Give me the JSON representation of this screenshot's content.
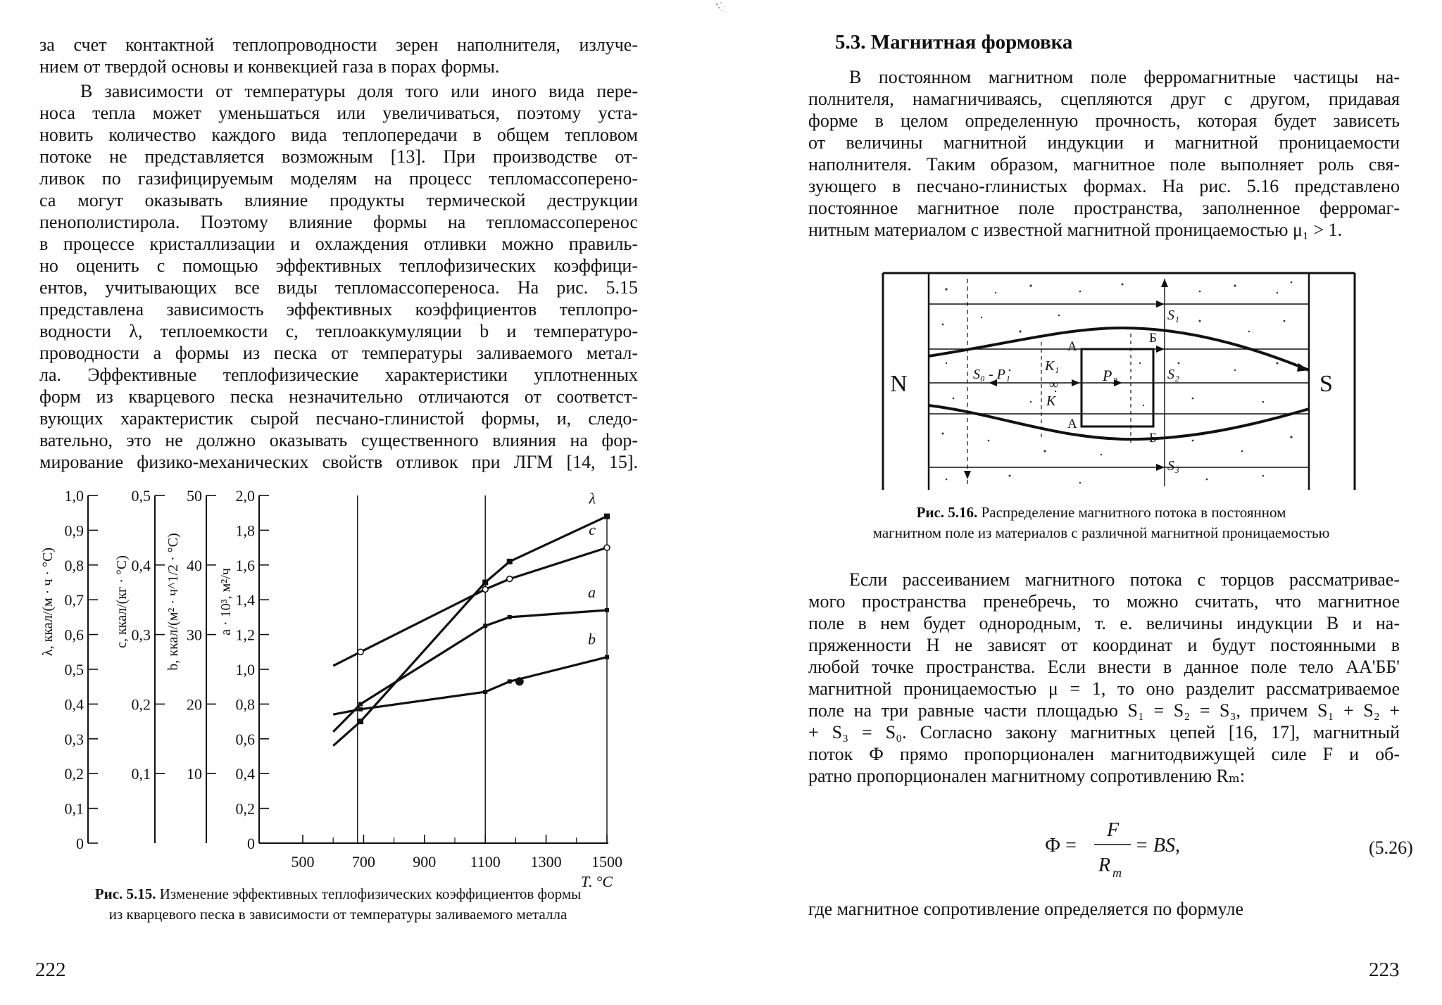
{
  "left_page": {
    "page_number": "222",
    "paragraphs": [
      {
        "lines": [
          "за счет контактной теплопроводности зерен наполнителя, излуче-",
          "нием от твердой основы и конвекцией газа в порах формы."
        ]
      },
      {
        "lines": [
          "В зависимости от температуры доля того или иного вида пере-",
          "носа тепла может уменьшаться или увеличиваться, поэтому уста-",
          "новить количество каждого вида теплопередачи в общем тепловом",
          "потоке не представляется возможным [13]. При производстве от-",
          "ливок по газифицируемым моделям на процесс тепломассоперено-",
          "са могут оказывать влияние продукты термической деструкции",
          "пенополистирола. Поэтому влияние формы на тепломассоперенос",
          "в процессе кристаллизации и охлаждения отливки можно правиль-",
          "но оценить с помощью эффективных теплофизических коэффици-",
          "ентов, учитывающих все виды тепломассопереноса. На рис. 5.15",
          "представлена зависимость эффективных коэффициентов теплопро-",
          "водности λ, теплоемкости c, теплоаккумуляции b и температуро-",
          "проводности a формы из песка от температуры заливаемого метал-",
          "ла. Эффективные теплофизические характеристики уплотненных",
          "форм из кварцевого песка незначительно отличаются от соответст-",
          "вующих характеристик сырой песчано-глинистой формы, и, следо-",
          "вательно, это не должно оказывать существенного влияния на фор-",
          "мирование физико-механических свойств отливок при ЛГМ [14, 15]."
        ]
      }
    ],
    "figure_caption": {
      "label": "Рис. 5.15.",
      "line1": "Изменение эффективных теплофизических коэффициентов формы",
      "line2": "из кварцевого песка в зависимости от температуры заливаемого металла"
    }
  },
  "right_page": {
    "page_number": "223",
    "section_title": "5.3. Магнитная формовка",
    "paragraph1": [
      "В постоянном магнитном поле ферромагнитные частицы на-",
      "полнителя, намагничиваясь, сцепляются друг с другом, придавая",
      "форме в целом определенную прочность, которая будет зависеть",
      "от величины магнитной индукции и магнитной проницаемости",
      "наполнителя. Таким образом, магнитное поле выполняет роль свя-",
      "зующего в песчано-глинистых формах. На рис. 5.16 представлено",
      "постоянное магнитное поле пространства, заполненное ферромаг-",
      "нитным материалом с известной магнитной проницаемостью μ₁ > 1."
    ],
    "figure_caption": {
      "label": "Рис. 5.16.",
      "line1": "Распределение магнитного потока в постоянном",
      "line2": "магнитном поле из материалов с различной магнитной проницаемостью"
    },
    "paragraph2": [
      "Если рассеиванием магнитного потока с торцов рассматривае-",
      "мого пространства пренебречь, то можно считать, что магнитное",
      "поле в нем будет однородным, т. е. величины индукции B и на-",
      "пряженности H не зависят от координат и будут постоянными в",
      "любой точке пространства. Если внести в данное поле тело АА'ББ'",
      "магнитной проницаемостью μ = 1, то оно разделит рассматриваемое",
      "поле на три равные части площадью S₁ = S₂ = S₃, причем S₁ + S₂ +",
      "+ S₃ = S₀. Согласно закону магнитных цепей [16, 17], магнитный",
      "поток Ф прямо пропорционален магнитодвижущей силе F и об-",
      "ратно пропорционален магнитному сопротивлению Rₘ:"
    ],
    "formula": {
      "lhs": "Ф =",
      "num": "F",
      "den": "R",
      "den_sub": "m",
      "rhs": "= BS,",
      "number": "(5.26)"
    },
    "trailing_text": "где магнитное сопротивление определяется по формуле"
  },
  "diagram_5_16": {
    "pole_left": "N",
    "pole_right": "S",
    "labels": {
      "s0_p1": "S₀ - P₁",
      "k1": "K₁",
      "k": "K",
      "p2": "P₂",
      "s1": "S₁",
      "s2": "S₂",
      "s3": "S₃",
      "a_top": "А",
      "a_bot": "А",
      "b_top": "Б",
      "b_bot": "Б",
      "inf": "∞"
    }
  },
  "chart_data": {
    "type": "line",
    "xlabel": "T, °C",
    "x_ticks": [
      "500",
      "700",
      "900",
      "1100",
      "1300",
      "1500"
    ],
    "xlim": [
      500,
      1500
    ],
    "vertical_guides": [
      680,
      1100
    ],
    "axes": [
      {
        "label": "λ, ккал/(м · ч · °С)",
        "ticks": [
          "1,0",
          "0,9",
          "0,8",
          "0,7",
          "0,6",
          "0,5",
          "0,4",
          "0,3",
          "0,2",
          "0,1",
          "0"
        ],
        "range": [
          0,
          1.0
        ]
      },
      {
        "label": "c, ккал/(кг · °С)",
        "ticks": [
          "0,5",
          "0,4",
          "0,3",
          "0,2",
          "0,1"
        ],
        "range": [
          0,
          0.5
        ]
      },
      {
        "label": "b, ккал/(м² · ч^1/2 · °С)",
        "ticks": [
          "50",
          "40",
          "30",
          "20",
          "10"
        ],
        "range": [
          0,
          50
        ]
      },
      {
        "label": "a · 10³, м²/ч",
        "ticks": [
          "2,0",
          "1,8",
          "1,6",
          "1,4",
          "1,2",
          "1,0",
          "0,8",
          "0,6",
          "0,4",
          "0,2",
          "0"
        ],
        "range": [
          0,
          2.0
        ]
      }
    ],
    "series": [
      {
        "name": "λ",
        "x": [
          600,
          690,
          1100,
          1180,
          1500
        ],
        "y": [
          0.56,
          0.7,
          1.5,
          1.62,
          1.88
        ]
      },
      {
        "name": "c",
        "x": [
          600,
          690,
          1100,
          1180,
          1500
        ],
        "y": [
          1.02,
          1.1,
          1.46,
          1.52,
          1.7
        ]
      },
      {
        "name": "a",
        "x": [
          600,
          690,
          1100,
          1180,
          1500
        ],
        "y": [
          0.64,
          0.8,
          1.25,
          1.3,
          1.34
        ]
      },
      {
        "name": "b",
        "x": [
          600,
          690,
          1100,
          1180,
          1500
        ],
        "y": [
          0.74,
          0.77,
          0.87,
          0.93,
          1.07
        ]
      }
    ],
    "extra_point": {
      "x": 1180,
      "y": 0.93
    }
  }
}
